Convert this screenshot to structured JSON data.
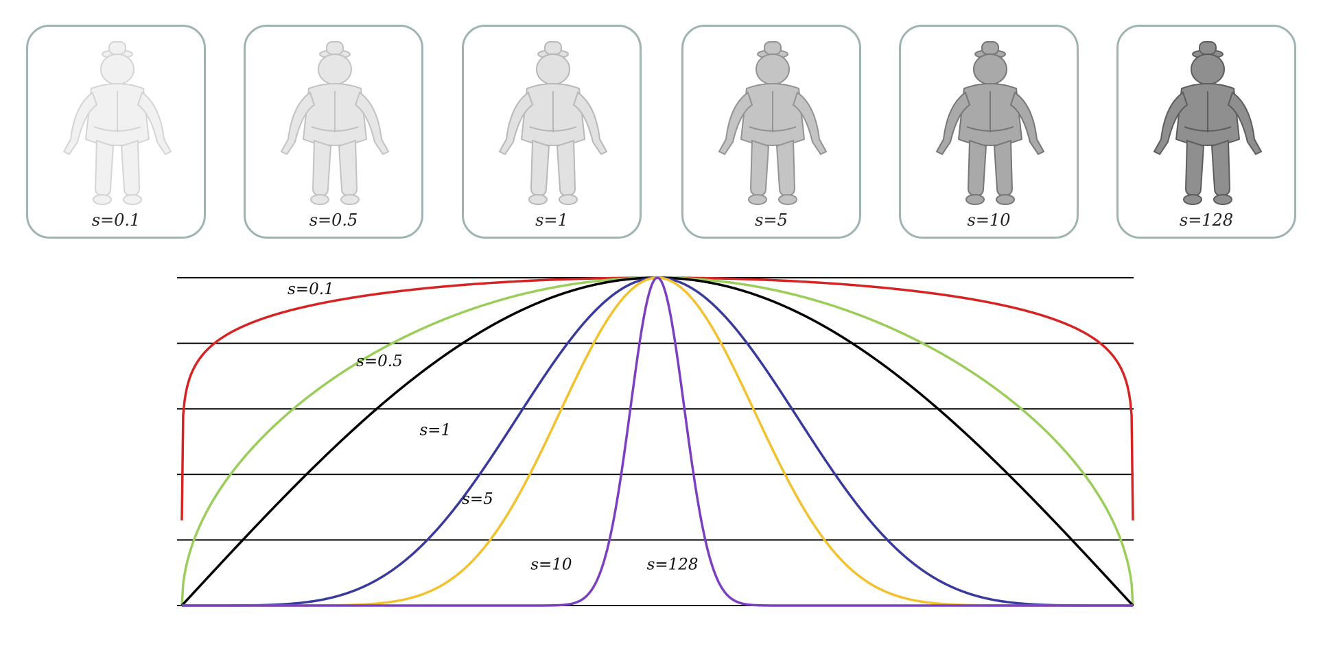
{
  "panels": [
    {
      "label": "s=0.1",
      "shade": "#f1f1f1",
      "shadow": "#d4d4d4"
    },
    {
      "label": "s=0.5",
      "shade": "#e6e6e6",
      "shadow": "#c2c2c2"
    },
    {
      "label": "s=1",
      "shade": "#e1e1e1",
      "shadow": "#b8b8b8"
    },
    {
      "label": "s=5",
      "shade": "#c4c4c4",
      "shadow": "#939393"
    },
    {
      "label": "s=10",
      "shade": "#a9a9a9",
      "shadow": "#777777"
    },
    {
      "label": "s=128",
      "shade": "#8f8f8f",
      "shadow": "#5d5d5d"
    }
  ],
  "chart_data": {
    "type": "line",
    "function": "cos(theta)^s",
    "x_range": [
      -90,
      90
    ],
    "y_range": [
      0,
      1
    ],
    "gridlines_y": [
      0,
      0.2,
      0.4,
      0.6,
      0.8,
      1.0
    ],
    "series": [
      {
        "name": "s=0.1",
        "s": 0.1,
        "color": "#d62424"
      },
      {
        "name": "s=0.5",
        "s": 0.5,
        "color": "#9acd5a"
      },
      {
        "name": "s=1",
        "s": 1,
        "color": "#000000"
      },
      {
        "name": "s=5",
        "s": 5,
        "color": "#3a3a9c"
      },
      {
        "name": "s=10",
        "s": 10,
        "color": "#f2c12e"
      },
      {
        "name": "s=128",
        "s": 128,
        "color": "#7b3fbf"
      }
    ]
  }
}
